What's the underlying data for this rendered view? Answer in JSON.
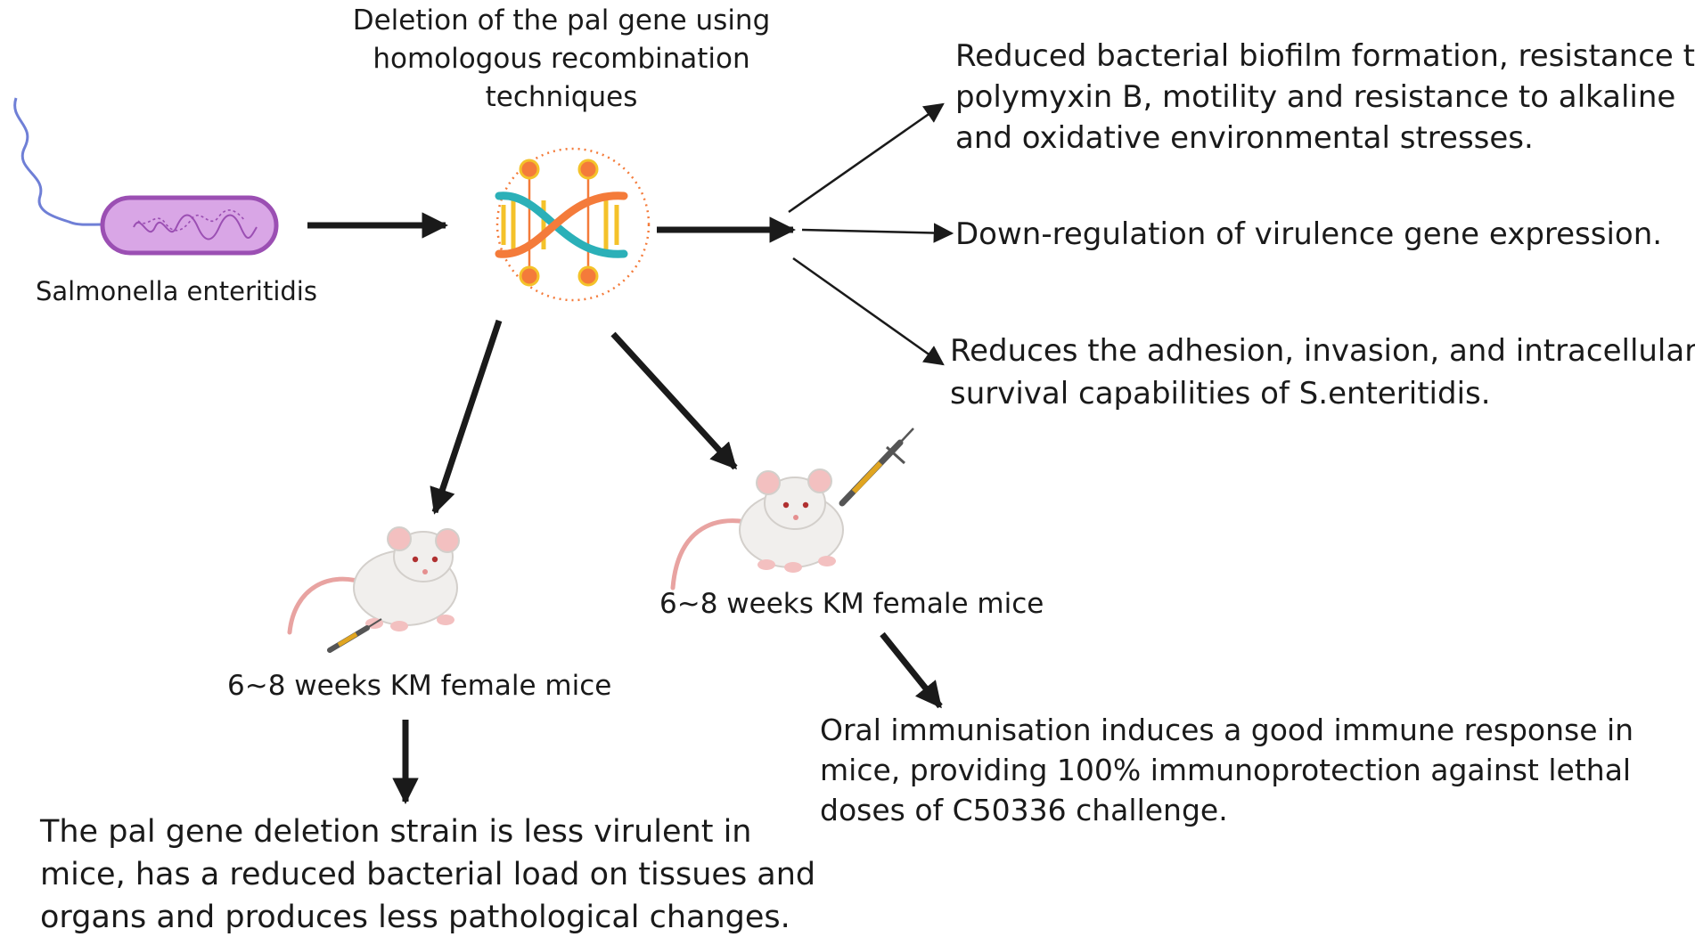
{
  "dna_step": {
    "lines": [
      "Deletion of the pal gene using",
      "homologous recombination",
      "techniques"
    ]
  },
  "bacterium": {
    "label": "Salmonella enteritidis",
    "icon": "salmonella-bacterium-icon"
  },
  "dna_icon": "dna-helix-icon",
  "outcomes": [
    {
      "lines": [
        "Reduced bacterial biofilm formation, resistance to",
        "polymyxin B, motility and resistance to alkaline",
        "and oxidative environmental stresses."
      ]
    },
    {
      "lines": [
        "Down-regulation of virulence gene expression."
      ]
    },
    {
      "lines": [
        "Reduces the adhesion, invasion, and intracellular",
        "survival capabilities of S.enteritidis."
      ]
    }
  ],
  "mice": [
    {
      "label": "6~8 weeks KM female mice",
      "icon": "mouse-icon",
      "injection_icon": "syringe-icon"
    },
    {
      "label": "6~8 weeks KM female mice",
      "icon": "mouse-icon",
      "injection_icon": "syringe-icon"
    }
  ],
  "oral_result": {
    "lines": [
      "Oral immunisation induces a good immune response in",
      "mice, providing 100% immunoprotection against lethal",
      "doses of C50336 challenge."
    ]
  },
  "virulence_result": {
    "lines": [
      "The pal gene deletion strain is less virulent in",
      "mice, has a reduced bacterial load on tissues and",
      "organs and produces less pathological changes."
    ]
  },
  "colors": {
    "arrow": "#1a1a1a",
    "bacterium_fill": "#d9a6e6",
    "bacterium_stroke": "#9b4fb3",
    "flagellum": "#6f7fd6",
    "dna_orange": "#f47b3a",
    "dna_teal": "#2bb0b8",
    "dna_yellow": "#f4c22a",
    "mouse_body": "#f1efed",
    "mouse_tail": "#e8a3a1",
    "mouse_pink": "#f3c0c0",
    "syringe_liquid": "#e0a521"
  }
}
